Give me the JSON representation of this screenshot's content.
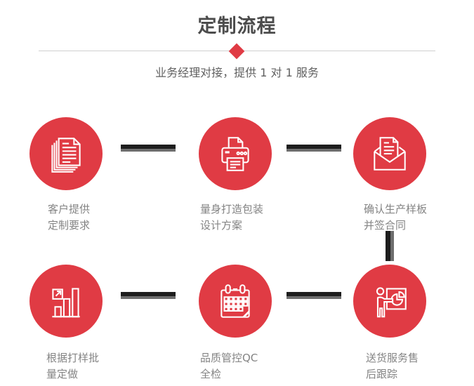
{
  "header": {
    "title": "定制流程",
    "subtitle": "业务经理对接，提供 1 对 1 服务"
  },
  "colors": {
    "accent_red": "#e03b44",
    "title_gray": "#4c4c4c",
    "subtitle_gray": "#606060",
    "label_gray": "#848484",
    "connector_black": "#1d1d1d",
    "connector_gray": "#6e6e6e",
    "divider_gray": "#d0d0d0",
    "icon_stroke": "#ffffff"
  },
  "steps": [
    {
      "icon": "documents-icon",
      "lines": [
        "客户提供",
        "定制要求"
      ]
    },
    {
      "icon": "printer-icon",
      "lines": [
        "量身打造包装",
        "设计方案"
      ]
    },
    {
      "icon": "envelope-icon",
      "lines": [
        "确认生产样板",
        "并签合同"
      ]
    },
    {
      "icon": "bar-chart-icon",
      "lines": [
        "根据打样批",
        "量定做"
      ]
    },
    {
      "icon": "calendar-icon",
      "lines": [
        "品质管控QC",
        "全检"
      ]
    },
    {
      "icon": "presenter-icon",
      "lines": [
        "送货服务售",
        "后跟踪"
      ]
    }
  ]
}
